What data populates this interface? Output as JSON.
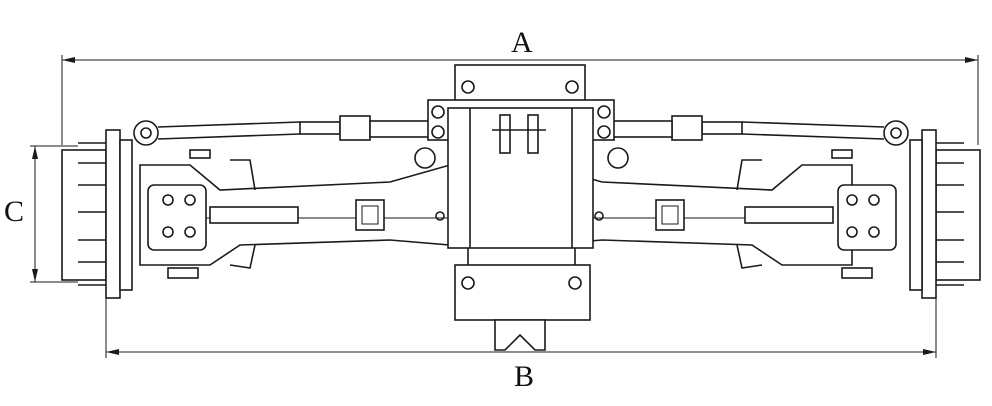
{
  "diagram": {
    "dimensions": {
      "overall_width_label": "A",
      "flange_width_label": "B",
      "flange_height_label": "C"
    },
    "line_color": "#1a1a1a",
    "background": "#ffffff"
  }
}
